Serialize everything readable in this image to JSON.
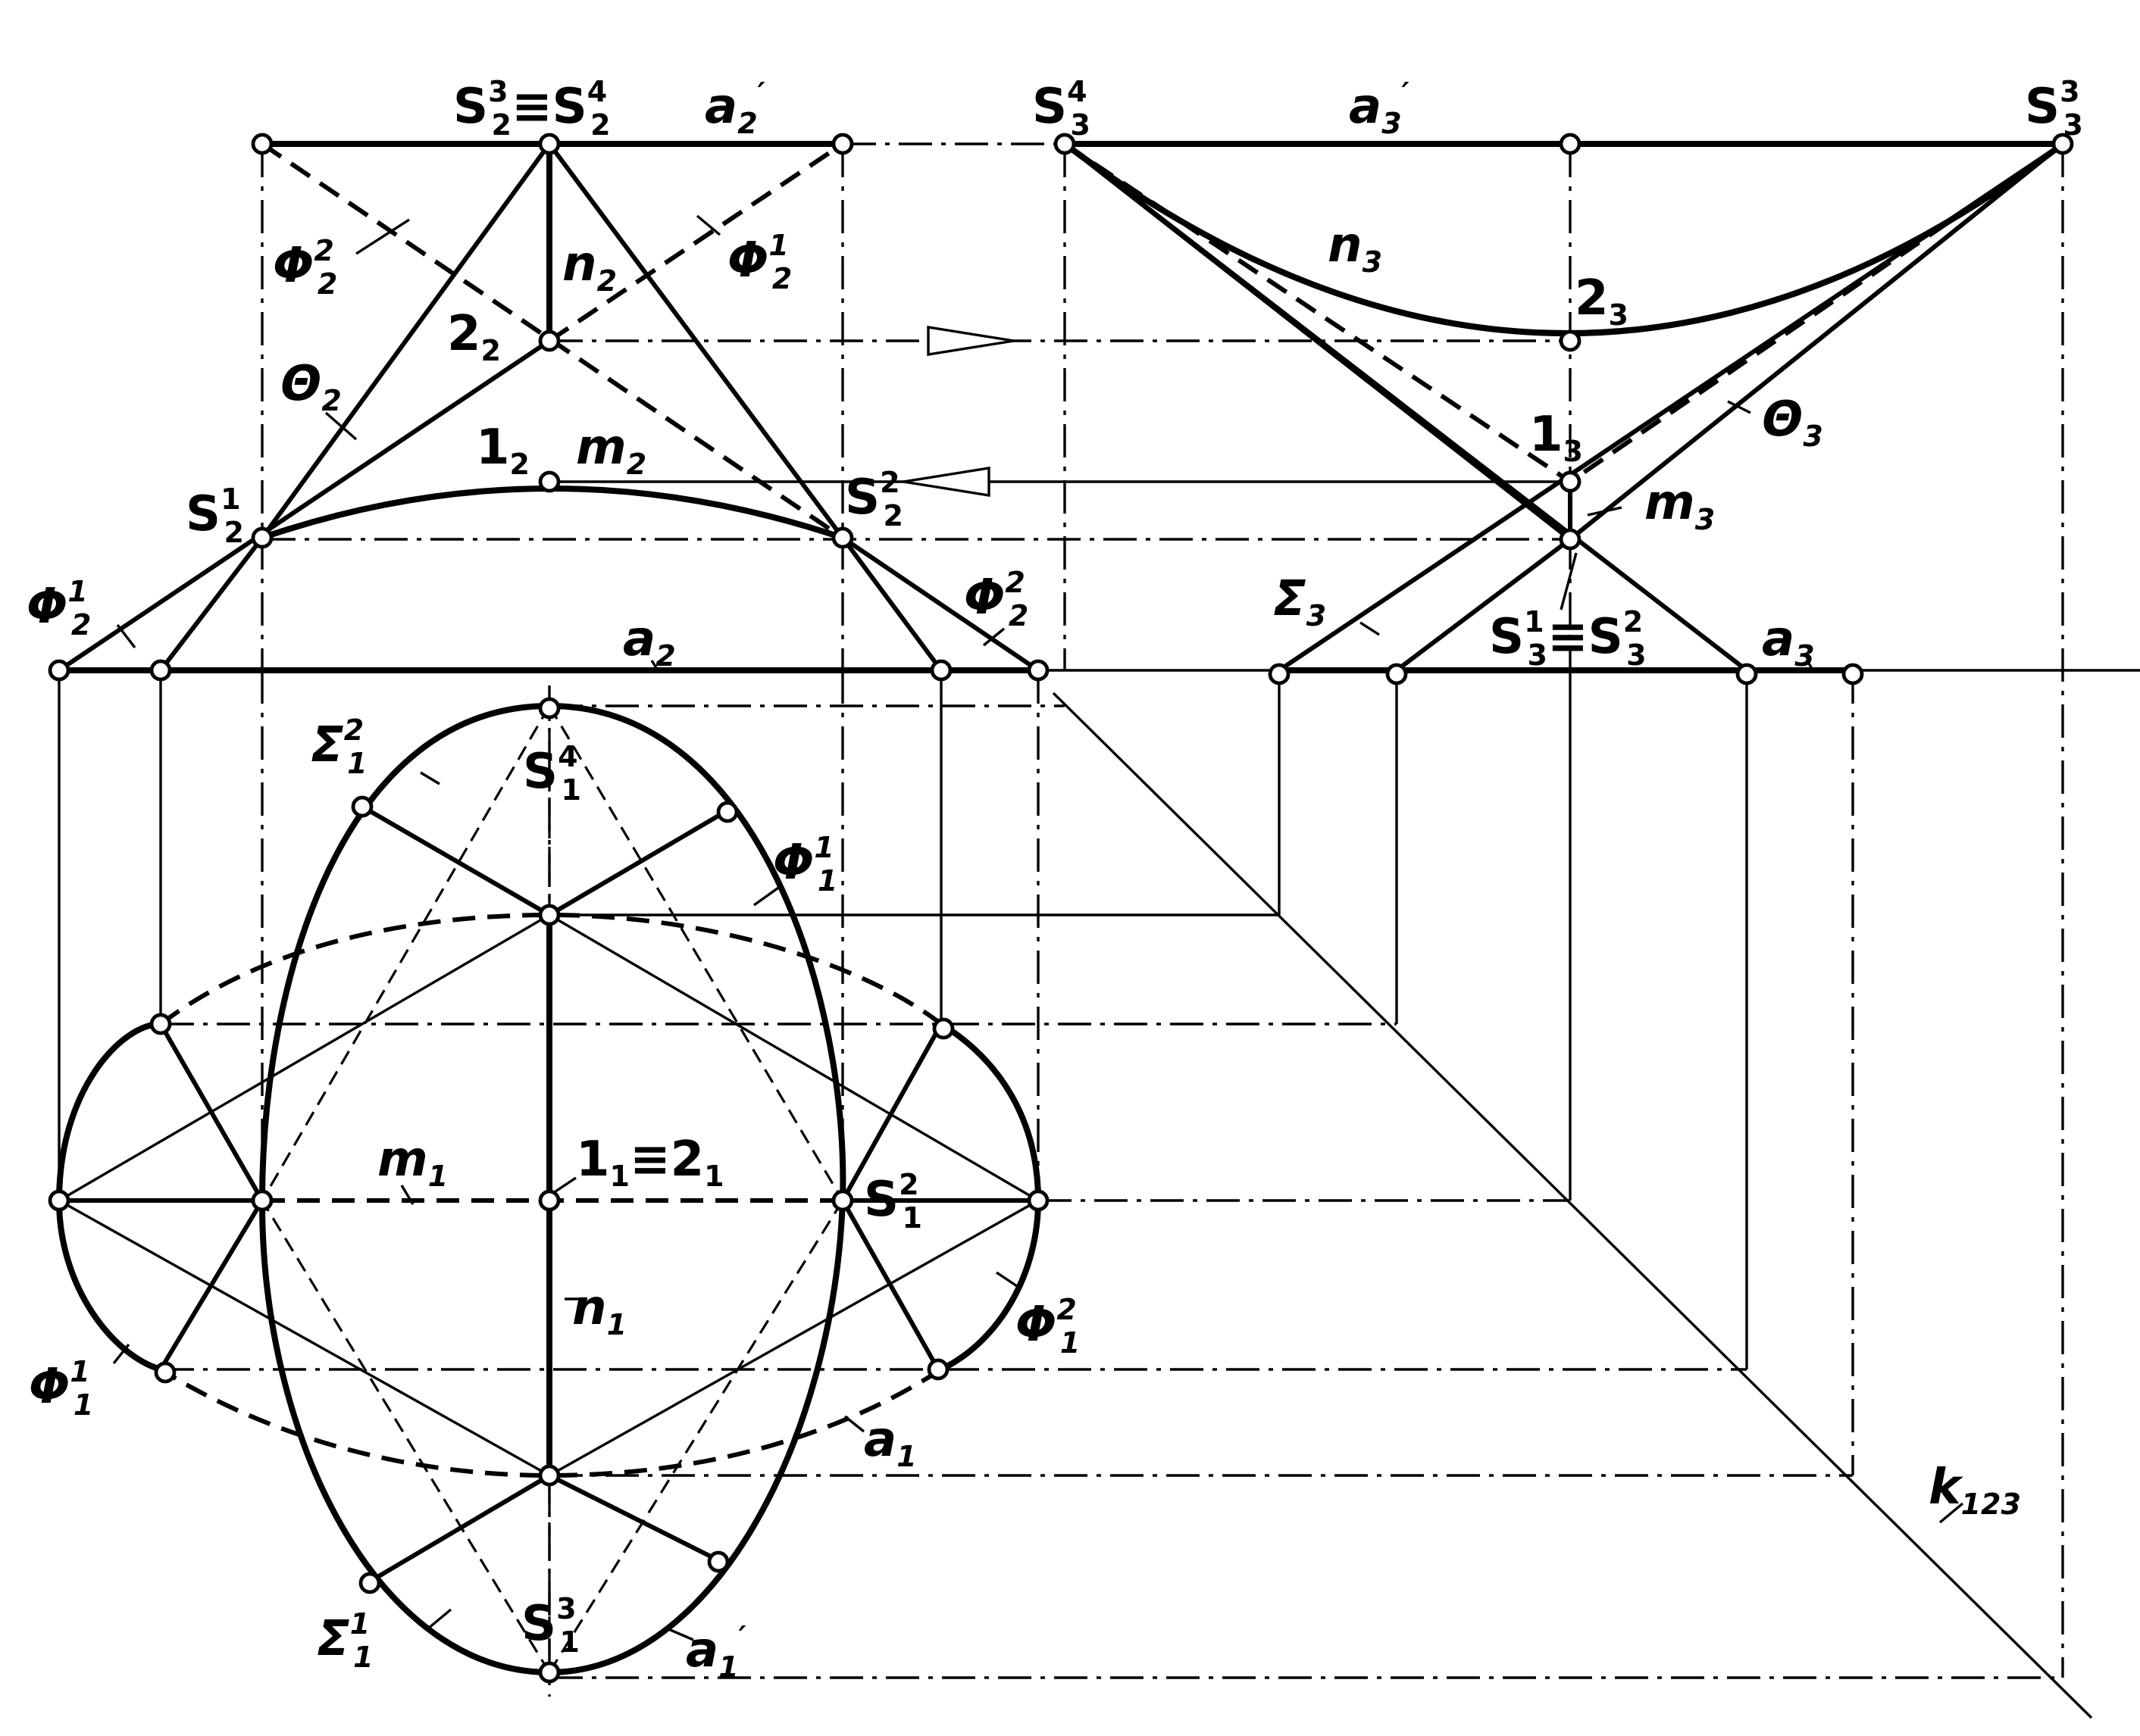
{
  "labels": {
    "s2_34": {
      "base": "S",
      "sup": "3",
      "sub": "2",
      "mid": "≡",
      "base2": "S",
      "sup2": "4",
      "sub2": "2"
    },
    "a2_prime": {
      "base": "a",
      "sub": "2",
      "prime": "′"
    },
    "s3_4": {
      "base": "S",
      "sup": "4",
      "sub": "3"
    },
    "a3_prime": {
      "base": "a",
      "sub": "3",
      "prime": "′"
    },
    "s3_3": {
      "base": "S",
      "sup": "3",
      "sub": "3"
    },
    "phi2_2_top": {
      "base": "Φ",
      "sup": "2",
      "sub": "2"
    },
    "phi2_1_top": {
      "base": "Φ",
      "sup": "1",
      "sub": "2"
    },
    "n2": {
      "base": "n",
      "sub": "2"
    },
    "n3": {
      "base": "n",
      "sub": "3"
    },
    "p2_2": {
      "base": "2",
      "sub": "2"
    },
    "p2_3": {
      "base": "2",
      "sub": "3"
    },
    "theta2": {
      "base": "Θ",
      "sub": "2"
    },
    "theta3": {
      "base": "Θ",
      "sub": "3"
    },
    "p1_2": {
      "base": "1",
      "sub": "2"
    },
    "m2": {
      "base": "m",
      "sub": "2"
    },
    "p1_3": {
      "base": "1",
      "sub": "3"
    },
    "m3": {
      "base": "m",
      "sub": "3"
    },
    "s2_1": {
      "base": "S",
      "sup": "1",
      "sub": "2"
    },
    "s2_2": {
      "base": "S",
      "sup": "2",
      "sub": "2"
    },
    "phi2_1_low": {
      "base": "Φ",
      "sup": "1",
      "sub": "2"
    },
    "phi2_2_low": {
      "base": "Φ",
      "sup": "2",
      "sub": "2"
    },
    "a2": {
      "base": "a",
      "sub": "2"
    },
    "sigma3": {
      "base": "Σ",
      "sub": "3"
    },
    "s3_12": {
      "base": "S",
      "sup": "1",
      "sub": "3",
      "mid": "≡",
      "base2": "S",
      "sup2": "2",
      "sub2": "3"
    },
    "a3": {
      "base": "a",
      "sub": "3"
    },
    "sigma1_2": {
      "base": "Σ",
      "sup": "2",
      "sub": "1"
    },
    "s1_4": {
      "base": "S",
      "sup": "4",
      "sub": "1"
    },
    "phi1_1_top": {
      "base": "Φ",
      "sup": "1",
      "sub": "1"
    },
    "m1": {
      "base": "m",
      "sub": "1"
    },
    "p12_1": {
      "base": "1",
      "sub": "1",
      "mid": "≡",
      "base2": "2",
      "sub2": "1"
    },
    "s1_2": {
      "base": "S",
      "sup": "2",
      "sub": "1"
    },
    "n1": {
      "base": "n",
      "sub": "1"
    },
    "phi1_2": {
      "base": "Φ",
      "sup": "2",
      "sub": "1"
    },
    "phi1_1_low": {
      "base": "Φ",
      "sup": "1",
      "sub": "1"
    },
    "a1": {
      "base": "a",
      "sub": "1"
    },
    "k123": {
      "base": "k",
      "sub": "123"
    },
    "sigma1_1": {
      "base": "Σ",
      "sup": "1",
      "sub": "1"
    },
    "s1_3": {
      "base": "S",
      "sup": "3",
      "sub": "1"
    },
    "a1_prime": {
      "base": "a",
      "sub": "1",
      "prime": "′"
    }
  }
}
